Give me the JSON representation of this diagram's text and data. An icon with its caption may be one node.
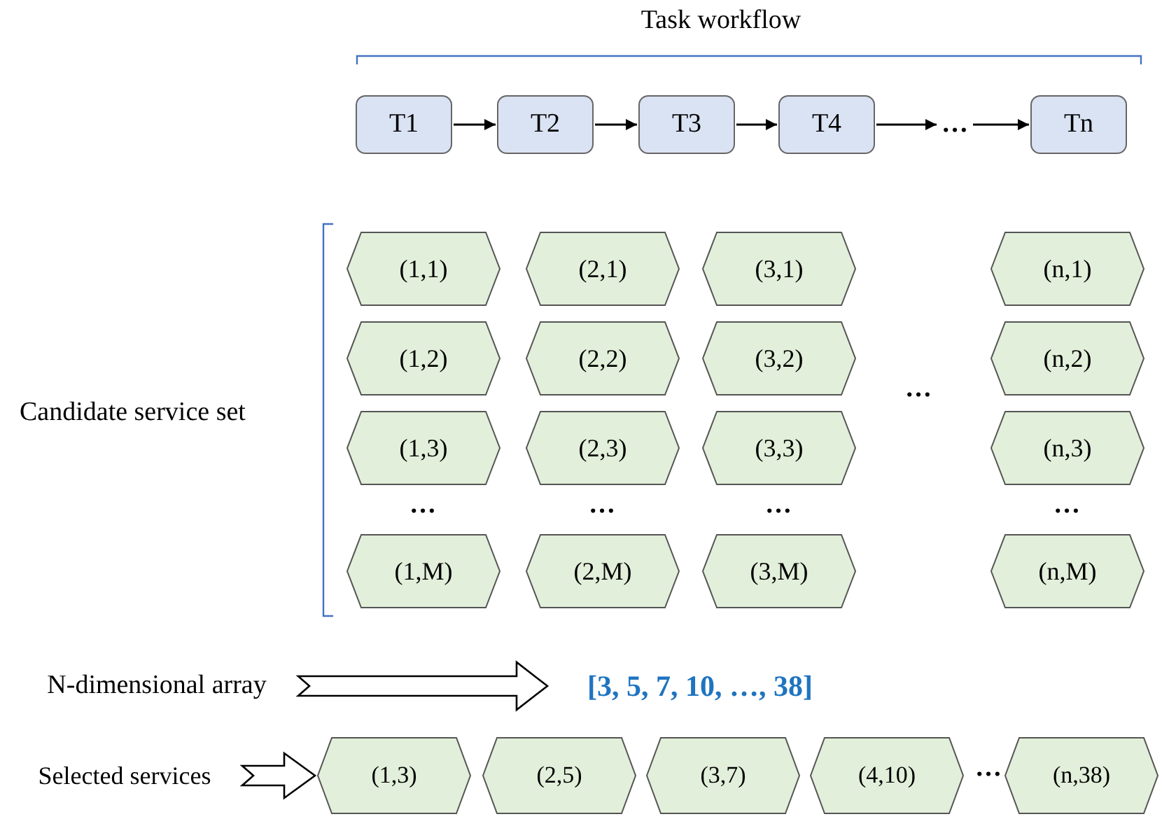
{
  "diagram": {
    "nodes": [
      {
        "text": [
          "T1"
        ]
      },
      {
        "text": [
          "T2"
        ]
      },
      {
        "text": [
          "T3"
        ]
      },
      {
        "text": [
          "T4"
        ]
      },
      {
        "text": [
          "…"
        ]
      },
      {
        "text": [
          "Tn"
        ]
      },
      {
        "text": [
          "(1,1)"
        ]
      },
      {
        "text": [
          "(2,1)"
        ]
      },
      {
        "text": [
          "(3,1)"
        ]
      },
      {
        "text": [
          "(n,1)"
        ]
      },
      {
        "text": [
          "(1,2)"
        ]
      },
      {
        "text": [
          "(2,2)"
        ]
      },
      {
        "text": [
          "(3,2)"
        ]
      },
      {
        "text": [
          "(n,2)"
        ]
      },
      {
        "text": [
          "(1,3)"
        ]
      },
      {
        "text": [
          "(2,3)"
        ]
      },
      {
        "text": [
          "(3,3)"
        ]
      },
      {
        "text": [
          "(n,3)"
        ]
      },
      {
        "text": [
          "(1,M)"
        ]
      },
      {
        "text": [
          "(2,M)"
        ]
      },
      {
        "text": [
          "(3,M)"
        ]
      },
      {
        "text": [
          "(n,M)"
        ]
      },
      {
        "text": [
          "N-dimensional array"
        ]
      },
      {
        "text": [
          "[3, 5, 7, 10, …, 38]"
        ]
      },
      {
        "text": [
          "Selected services"
        ]
      },
      {
        "text": [
          "(1,3)"
        ]
      },
      {
        "text": [
          "(2,5)"
        ]
      },
      {
        "text": [
          "(3,7)"
        ]
      },
      {
        "text": [
          "(4,10)"
        ]
      },
      {
        "text": [
          "(n,38)"
        ]
      }
    ],
    "edges": [
      {
        "from": 0,
        "to": 1,
        "arrow": "to"
      },
      {
        "from": 1,
        "to": 2,
        "arrow": "to"
      },
      {
        "from": 2,
        "to": 3,
        "arrow": "to"
      },
      {
        "from": 3,
        "to": 4,
        "arrow": "to"
      },
      {
        "from": 4,
        "to": 5,
        "arrow": "to"
      },
      {
        "from": 22,
        "to": 23,
        "arrow": "to",
        "style": "thick"
      },
      {
        "from": 24,
        "to": 25,
        "arrow": "to",
        "style": "thick"
      }
    ],
    "labels": [
      "Task workflow",
      "Candidate service set",
      "…",
      "…",
      "…",
      "…",
      "…",
      "…"
    ]
  }
}
